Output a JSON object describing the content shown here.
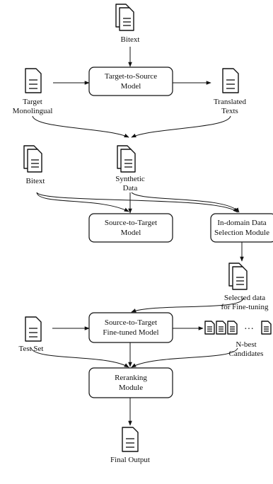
{
  "nodes": {
    "bitext_top": "Bitext",
    "target_mono": [
      "Target",
      "Monolingual"
    ],
    "t2s_model": [
      "Target-to-Source",
      "Model"
    ],
    "translated_texts": [
      "Translated",
      "Texts"
    ],
    "bitext_mid": "Bitext",
    "synthetic_data": [
      "Synthetic",
      "Data"
    ],
    "s2t_model": [
      "Source-to-Target",
      "Model"
    ],
    "indomain_selection": [
      "In-domain Data",
      "Selection Module"
    ],
    "selected_data": [
      "Selected data",
      "for Fine-tuning"
    ],
    "test_set": "Test Set",
    "s2t_finetuned": [
      "Source-to-Target",
      "Fine-tuned Model"
    ],
    "nbest": [
      "N-best",
      "Candidates"
    ],
    "ellipsis": "···",
    "reranking": [
      "Reranking",
      "Module"
    ],
    "final_output": "Final Output"
  },
  "icons": [
    "document-stack-icon",
    "document-icon"
  ]
}
